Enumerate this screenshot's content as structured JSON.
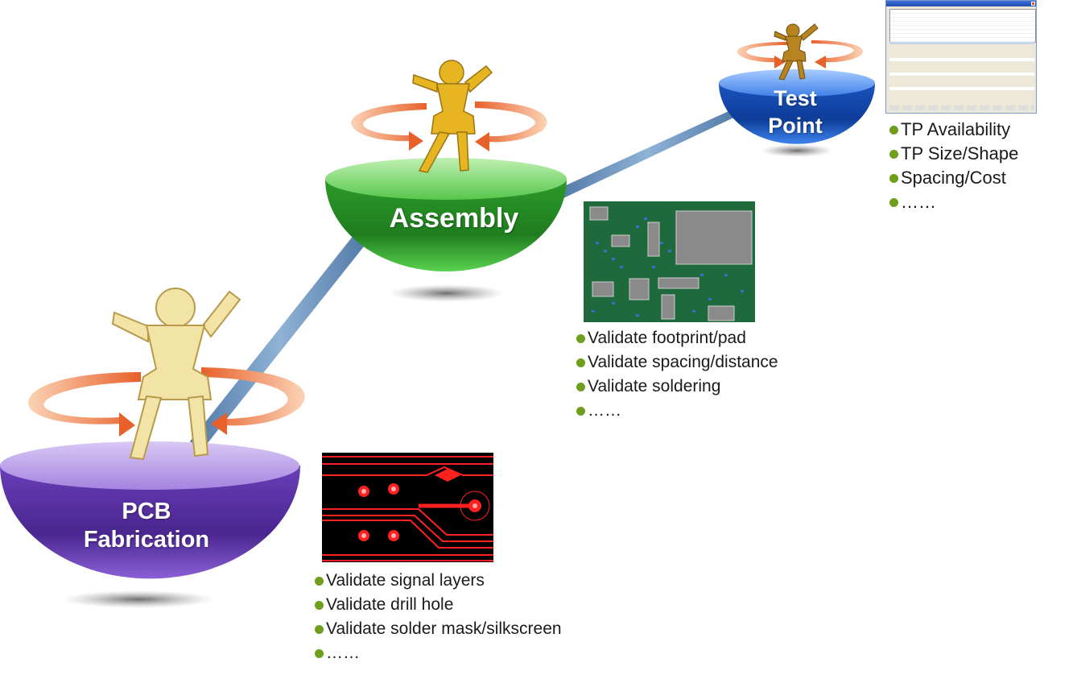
{
  "stages": [
    {
      "id": "pcb",
      "label_line1": "PCB",
      "label_line2": "Fabrication",
      "bowl_color": "#7b4fc4",
      "figure_color": "#f0e0a0",
      "bullets": [
        "Validate signal layers",
        "Validate drill hole",
        "Validate solder mask/silkscreen",
        "……"
      ]
    },
    {
      "id": "assembly",
      "label_line1": "Assembly",
      "bowl_color": "#3aaa35",
      "figure_color": "#e3b21c",
      "bullets": [
        "Validate footprint/pad",
        "Validate spacing/distance",
        "Validate soldering",
        "……"
      ]
    },
    {
      "id": "testpoint",
      "label_line1": "Test",
      "label_line2": "Point",
      "bowl_color": "#1f64d4",
      "figure_color": "#b07a18",
      "bullets": [
        "TP Availability",
        "TP Size/Shape",
        "Spacing/Cost",
        "……"
      ]
    }
  ],
  "colors": {
    "bullet_dot": "#6e9e1c",
    "arrow": "#f07a3a",
    "connector": "#5e88b4"
  }
}
